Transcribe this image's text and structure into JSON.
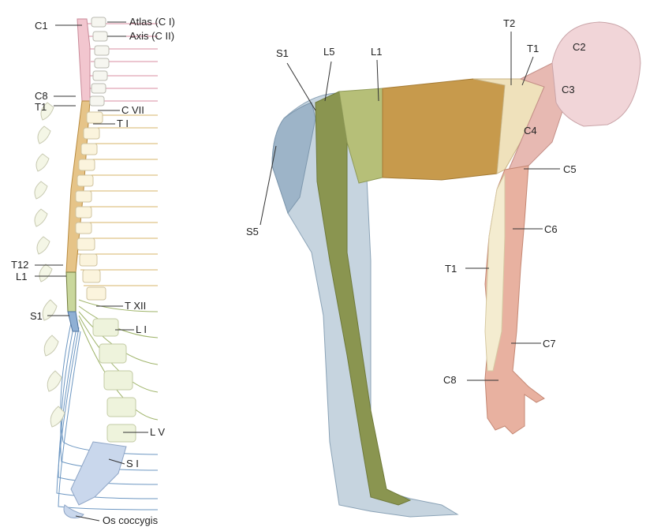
{
  "spine_labels": {
    "c1": "C1",
    "atlas": "Atlas (C I)",
    "axis": "Axis (C II)",
    "c8": "C8",
    "t1": "T1",
    "cvii": "C VII",
    "ti": "T I",
    "t12": "T12",
    "l1": "L1",
    "txii": "T XII",
    "s1": "S1",
    "li": "L I",
    "lv": "L V",
    "si": "S I",
    "coccyx": "Os coccygis"
  },
  "body_labels": {
    "s1": "S1",
    "l5": "L5",
    "l1": "L1",
    "t2": "T2",
    "t1_top": "T1",
    "c2": "C2",
    "c3": "C3",
    "c4": "C4",
    "c5": "C5",
    "c6": "C6",
    "t1_arm": "T1",
    "c7": "C7",
    "c8": "C8",
    "s5": "S5"
  },
  "colors": {
    "cervical": "#f2c6cf",
    "thoracic": "#f4e2b0",
    "thoracic_dark": "#b88a3e",
    "lumbar": "#dfe7b8",
    "lumbar_dark": "#6f7a3a",
    "sacral": "#bcd0e4",
    "sacral_dark": "#6f8fb0",
    "arm": "#e8b1a0",
    "head": "#f1d5d8",
    "leader": "#333333"
  }
}
